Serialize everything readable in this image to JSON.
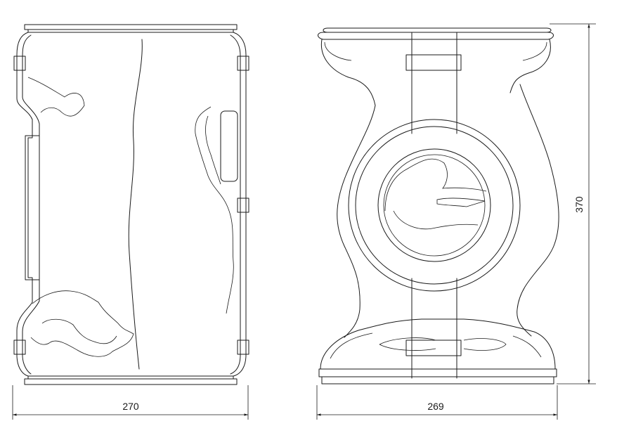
{
  "dimensions": {
    "front_width": "270",
    "side_width": "269",
    "height": "370"
  }
}
